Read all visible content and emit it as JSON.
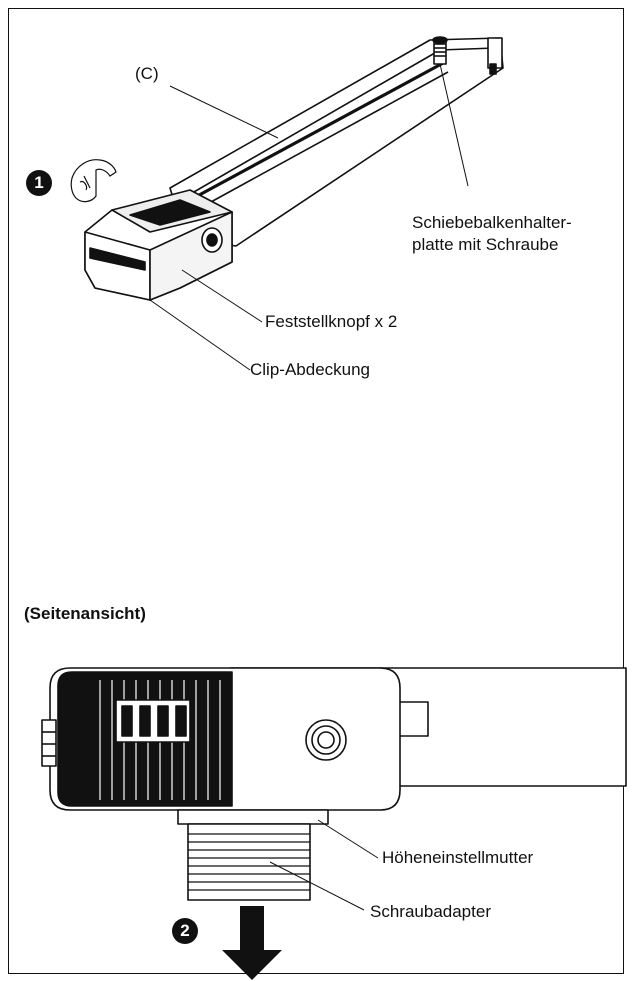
{
  "top_view": {
    "label_c": "(C)",
    "step_number": "1",
    "label_holder_plate_line1": "Schiebebalkenhalter-",
    "label_holder_plate_line2": "platte mit Schraube",
    "label_locking_knob": "Feststellknopf x 2",
    "label_clip_cover": "Clip-Abdeckung"
  },
  "side_view": {
    "heading": "(Seitenansicht)",
    "label_height_nut": "Höheneinstellmutter",
    "label_screw_adapter": "Schraubadapter",
    "step_number": "2"
  }
}
